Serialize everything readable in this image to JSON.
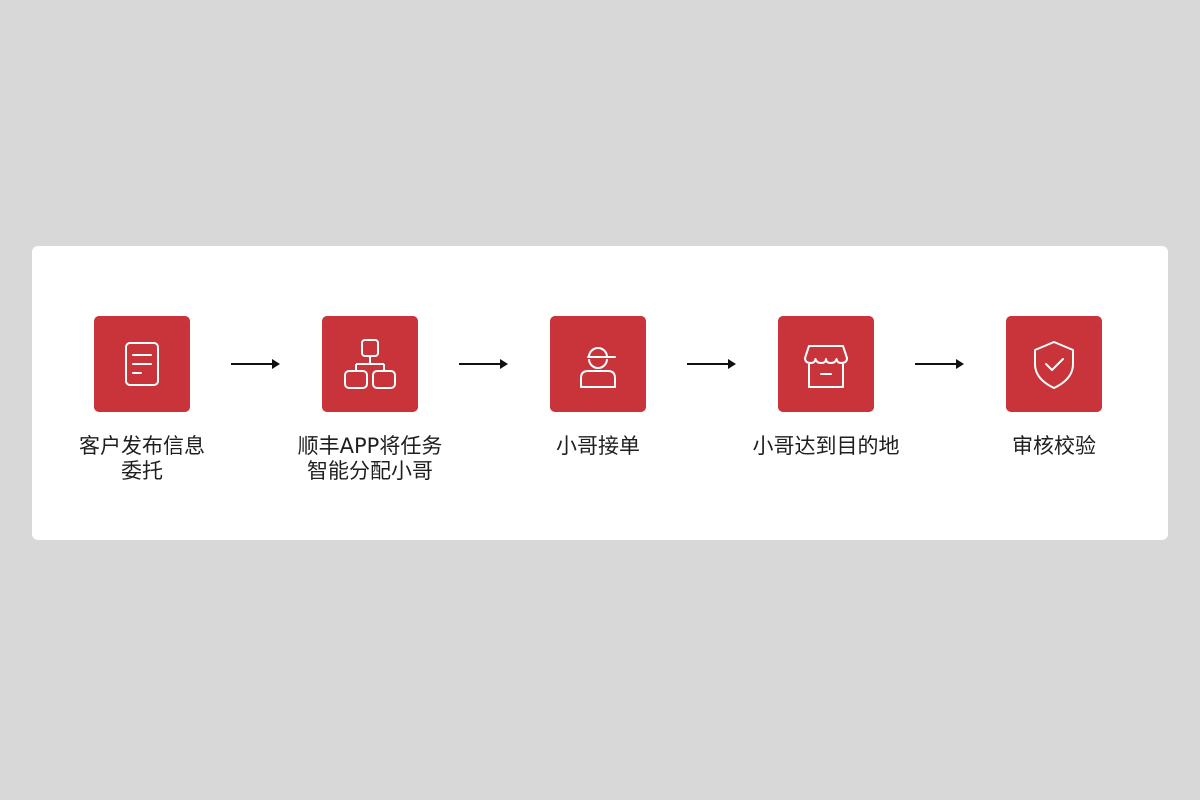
{
  "colors": {
    "page_background": "#d8d8d8",
    "card_background": "#ffffff",
    "accent": "#c9343a",
    "icon_stroke": "#ffffff",
    "text": "#1f1f1f",
    "arrow": "#111111"
  },
  "steps": [
    {
      "icon": "document-icon",
      "label_lines": [
        "客户发布信息",
        "委托"
      ]
    },
    {
      "icon": "org-chart-icon",
      "label_lines": [
        "顺丰APP将任务",
        "智能分配小哥"
      ]
    },
    {
      "icon": "courier-icon",
      "label_lines": [
        "小哥接单"
      ]
    },
    {
      "icon": "storefront-icon",
      "label_lines": [
        "小哥达到目的地"
      ]
    },
    {
      "icon": "shield-check-icon",
      "label_lines": [
        "审核校验"
      ]
    }
  ]
}
